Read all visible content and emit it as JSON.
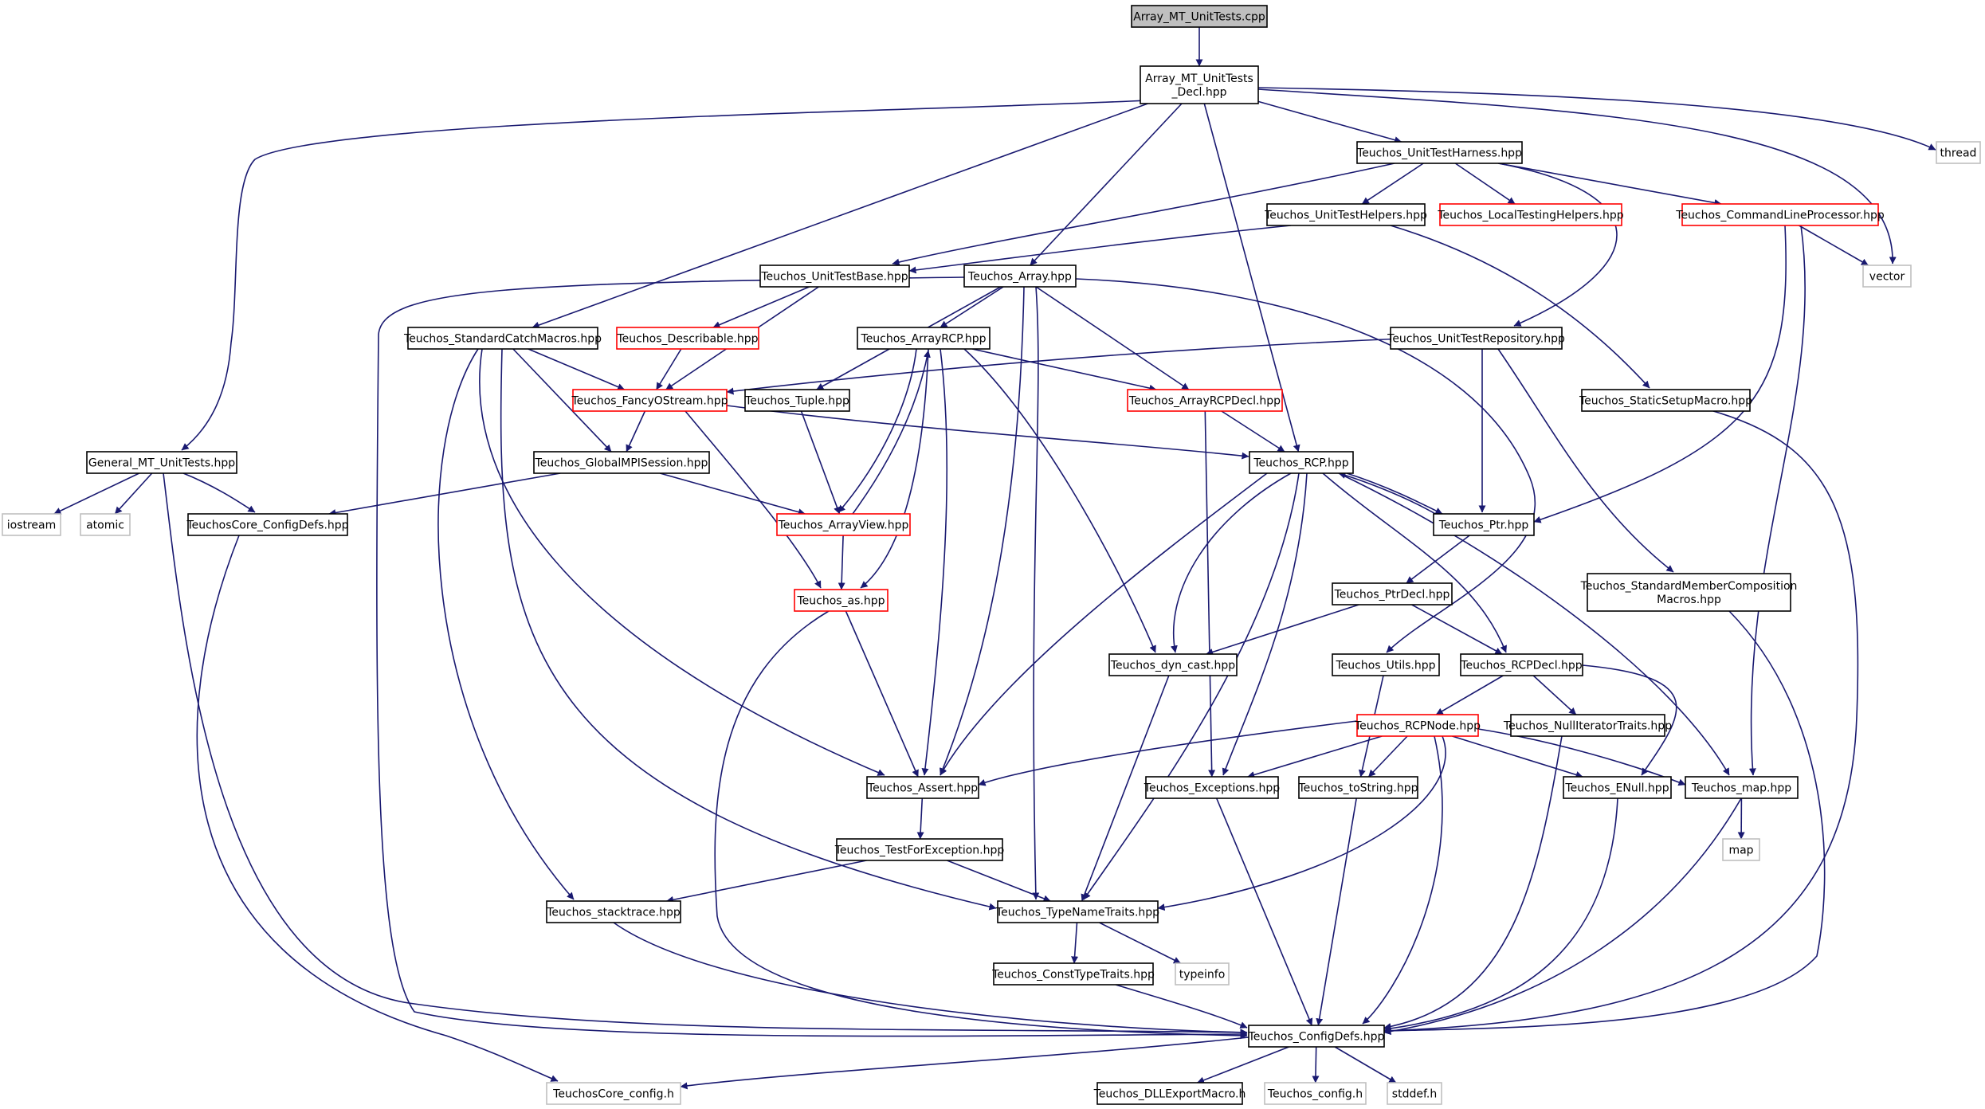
{
  "colors": {
    "edge": "#191970",
    "border_normal": "#000000",
    "border_external": "#bfbfbf",
    "border_truncated": "#ff0000",
    "fill_root": "#bfbfbf",
    "fill_normal": "#ffffff"
  },
  "nodes": [
    {
      "id": "cpp",
      "label": "Array_MT_UnitTests.cpp",
      "kind": "root"
    },
    {
      "id": "decl",
      "label": "Array_MT_UnitTests\n_Decl.hpp",
      "kind": "normal"
    },
    {
      "id": "thread",
      "label": "thread",
      "kind": "external"
    },
    {
      "id": "harness",
      "label": "Teuchos_UnitTestHarness.hpp",
      "kind": "normal"
    },
    {
      "id": "helpers",
      "label": "Teuchos_UnitTestHelpers.hpp",
      "kind": "normal"
    },
    {
      "id": "localtest",
      "label": "Teuchos_LocalTestingHelpers.hpp",
      "kind": "truncated"
    },
    {
      "id": "cmdline",
      "label": "Teuchos_CommandLineProcessor.hpp",
      "kind": "truncated"
    },
    {
      "id": "vector",
      "label": "vector",
      "kind": "external"
    },
    {
      "id": "testbase",
      "label": "Teuchos_UnitTestBase.hpp",
      "kind": "normal"
    },
    {
      "id": "array",
      "label": "Teuchos_Array.hpp",
      "kind": "normal"
    },
    {
      "id": "catchmacros",
      "label": "Teuchos_StandardCatchMacros.hpp",
      "kind": "normal"
    },
    {
      "id": "describable",
      "label": "Teuchos_Describable.hpp",
      "kind": "truncated"
    },
    {
      "id": "arrayrcp",
      "label": "Teuchos_ArrayRCP.hpp",
      "kind": "normal"
    },
    {
      "id": "repository",
      "label": "Teuchos_UnitTestRepository.hpp",
      "kind": "normal"
    },
    {
      "id": "fancy",
      "label": "Teuchos_FancyOStream.hpp",
      "kind": "truncated"
    },
    {
      "id": "tuple",
      "label": "Teuchos_Tuple.hpp",
      "kind": "normal"
    },
    {
      "id": "arrayrcpdecl",
      "label": "Teuchos_ArrayRCPDecl.hpp",
      "kind": "truncated"
    },
    {
      "id": "staticsetup",
      "label": "Teuchos_StaticSetupMacro.hpp",
      "kind": "normal"
    },
    {
      "id": "general",
      "label": "General_MT_UnitTests.hpp",
      "kind": "normal"
    },
    {
      "id": "mpisession",
      "label": "Teuchos_GlobalMPISession.hpp",
      "kind": "normal"
    },
    {
      "id": "rcp",
      "label": "Teuchos_RCP.hpp",
      "kind": "normal"
    },
    {
      "id": "iostream",
      "label": "iostream",
      "kind": "external"
    },
    {
      "id": "atomic",
      "label": "atomic",
      "kind": "external"
    },
    {
      "id": "coreconfigdefs",
      "label": "TeuchosCore_ConfigDefs.hpp",
      "kind": "normal"
    },
    {
      "id": "arrayview",
      "label": "Teuchos_ArrayView.hpp",
      "kind": "truncated"
    },
    {
      "id": "ptr",
      "label": "Teuchos_Ptr.hpp",
      "kind": "normal"
    },
    {
      "id": "as",
      "label": "Teuchos_as.hpp",
      "kind": "truncated"
    },
    {
      "id": "ptrdecl",
      "label": "Teuchos_PtrDecl.hpp",
      "kind": "normal"
    },
    {
      "id": "stdmember",
      "label": "Teuchos_StandardMemberComposition\nMacros.hpp",
      "kind": "normal"
    },
    {
      "id": "dyncast",
      "label": "Teuchos_dyn_cast.hpp",
      "kind": "normal"
    },
    {
      "id": "utils",
      "label": "Teuchos_Utils.hpp",
      "kind": "normal"
    },
    {
      "id": "rcpdecl",
      "label": "Teuchos_RCPDecl.hpp",
      "kind": "normal"
    },
    {
      "id": "rcpnode",
      "label": "Teuchos_RCPNode.hpp",
      "kind": "truncated"
    },
    {
      "id": "nulliter",
      "label": "Teuchos_NullIteratorTraits.hpp",
      "kind": "normal"
    },
    {
      "id": "assert",
      "label": "Teuchos_Assert.hpp",
      "kind": "normal"
    },
    {
      "id": "exceptions",
      "label": "Teuchos_Exceptions.hpp",
      "kind": "normal"
    },
    {
      "id": "tostring",
      "label": "Teuchos_toString.hpp",
      "kind": "normal"
    },
    {
      "id": "enull",
      "label": "Teuchos_ENull.hpp",
      "kind": "normal"
    },
    {
      "id": "map",
      "label": "Teuchos_map.hpp",
      "kind": "normal"
    },
    {
      "id": "stdmap",
      "label": "map",
      "kind": "external"
    },
    {
      "id": "testforexc",
      "label": "Teuchos_TestForException.hpp",
      "kind": "normal"
    },
    {
      "id": "stacktrace",
      "label": "Teuchos_stacktrace.hpp",
      "kind": "normal"
    },
    {
      "id": "typename",
      "label": "Teuchos_TypeNameTraits.hpp",
      "kind": "normal"
    },
    {
      "id": "consttype",
      "label": "Teuchos_ConstTypeTraits.hpp",
      "kind": "normal"
    },
    {
      "id": "typeinfo",
      "label": "typeinfo",
      "kind": "external"
    },
    {
      "id": "configdefs",
      "label": "Teuchos_ConfigDefs.hpp",
      "kind": "normal"
    },
    {
      "id": "coreconfig",
      "label": "TeuchosCore_config.h",
      "kind": "external"
    },
    {
      "id": "dllexport",
      "label": "Teuchos_DLLExportMacro.h",
      "kind": "normal"
    },
    {
      "id": "config",
      "label": "Teuchos_config.h",
      "kind": "external"
    },
    {
      "id": "stddef",
      "label": "stddef.h",
      "kind": "external"
    }
  ],
  "edges": [
    [
      "cpp",
      "decl"
    ],
    [
      "decl",
      "general"
    ],
    [
      "decl",
      "catchmacros"
    ],
    [
      "decl",
      "array"
    ],
    [
      "decl",
      "rcp"
    ],
    [
      "decl",
      "harness"
    ],
    [
      "decl",
      "vector"
    ],
    [
      "decl",
      "thread"
    ],
    [
      "harness",
      "testbase"
    ],
    [
      "harness",
      "helpers"
    ],
    [
      "harness",
      "localtest"
    ],
    [
      "harness",
      "cmdline"
    ],
    [
      "harness",
      "repository"
    ],
    [
      "helpers",
      "testbase"
    ],
    [
      "helpers",
      "staticsetup"
    ],
    [
      "cmdline",
      "vector"
    ],
    [
      "cmdline",
      "ptr"
    ],
    [
      "cmdline",
      "map"
    ],
    [
      "testbase",
      "describable"
    ],
    [
      "testbase",
      "fancy"
    ],
    [
      "describable",
      "fancy"
    ],
    [
      "array",
      "arrayrcp"
    ],
    [
      "array",
      "arrayrcpdecl"
    ],
    [
      "array",
      "tuple"
    ],
    [
      "array",
      "assert"
    ],
    [
      "array",
      "typename"
    ],
    [
      "array",
      "utils"
    ],
    [
      "array",
      "configdefs"
    ],
    [
      "catchmacros",
      "fancy"
    ],
    [
      "catchmacros",
      "mpisession"
    ],
    [
      "catchmacros",
      "assert"
    ],
    [
      "catchmacros",
      "typename"
    ],
    [
      "catchmacros",
      "stacktrace"
    ],
    [
      "arrayrcp",
      "arrayview"
    ],
    [
      "arrayrcp",
      "as"
    ],
    [
      "arrayrcp",
      "assert"
    ],
    [
      "arrayrcp",
      "dyncast"
    ],
    [
      "arrayrcp",
      "arrayrcpdecl"
    ],
    [
      "repository",
      "fancy"
    ],
    [
      "repository",
      "ptr"
    ],
    [
      "repository",
      "stdmember"
    ],
    [
      "fancy",
      "mpisession"
    ],
    [
      "fancy",
      "rcp"
    ],
    [
      "fancy",
      "as"
    ],
    [
      "tuple",
      "arrayview"
    ],
    [
      "arrayrcpdecl",
      "rcp"
    ],
    [
      "arrayrcpdecl",
      "exceptions"
    ],
    [
      "staticsetup",
      "configdefs"
    ],
    [
      "general",
      "iostream"
    ],
    [
      "general",
      "atomic"
    ],
    [
      "general",
      "coreconfigdefs"
    ],
    [
      "general",
      "configdefs"
    ],
    [
      "mpisession",
      "coreconfigdefs"
    ],
    [
      "mpisession",
      "arrayview"
    ],
    [
      "arrayview",
      "arrayrcp"
    ],
    [
      "arrayview",
      "as"
    ],
    [
      "rcp",
      "ptr"
    ],
    [
      "rcp",
      "rcpdecl"
    ],
    [
      "rcp",
      "dyncast"
    ],
    [
      "rcp",
      "assert"
    ],
    [
      "rcp",
      "exceptions"
    ],
    [
      "rcp",
      "typename"
    ],
    [
      "rcp",
      "map"
    ],
    [
      "ptr",
      "rcp"
    ],
    [
      "ptr",
      "ptrdecl"
    ],
    [
      "ptrdecl",
      "rcpdecl"
    ],
    [
      "ptrdecl",
      "dyncast"
    ],
    [
      "coreconfigdefs",
      "coreconfig"
    ],
    [
      "as",
      "assert"
    ],
    [
      "as",
      "configdefs"
    ],
    [
      "stdmember",
      "configdefs"
    ],
    [
      "dyncast",
      "typename"
    ],
    [
      "utils",
      "tostring"
    ],
    [
      "rcpdecl",
      "rcpnode"
    ],
    [
      "rcpdecl",
      "nulliter"
    ],
    [
      "rcpdecl",
      "enull"
    ],
    [
      "rcpnode",
      "assert"
    ],
    [
      "rcpnode",
      "exceptions"
    ],
    [
      "rcpnode",
      "tostring"
    ],
    [
      "rcpnode",
      "enull"
    ],
    [
      "rcpnode",
      "map"
    ],
    [
      "rcpnode",
      "typename"
    ],
    [
      "rcpnode",
      "configdefs"
    ],
    [
      "nulliter",
      "configdefs"
    ],
    [
      "assert",
      "testforexc"
    ],
    [
      "testforexc",
      "stacktrace"
    ],
    [
      "testforexc",
      "typename"
    ],
    [
      "exceptions",
      "configdefs"
    ],
    [
      "tostring",
      "configdefs"
    ],
    [
      "enull",
      "configdefs"
    ],
    [
      "map",
      "stdmap"
    ],
    [
      "map",
      "configdefs"
    ],
    [
      "stacktrace",
      "configdefs"
    ],
    [
      "typename",
      "consttype"
    ],
    [
      "typename",
      "typeinfo"
    ],
    [
      "consttype",
      "configdefs"
    ],
    [
      "configdefs",
      "coreconfig"
    ],
    [
      "configdefs",
      "dllexport"
    ],
    [
      "configdefs",
      "config"
    ],
    [
      "configdefs",
      "stddef"
    ]
  ]
}
